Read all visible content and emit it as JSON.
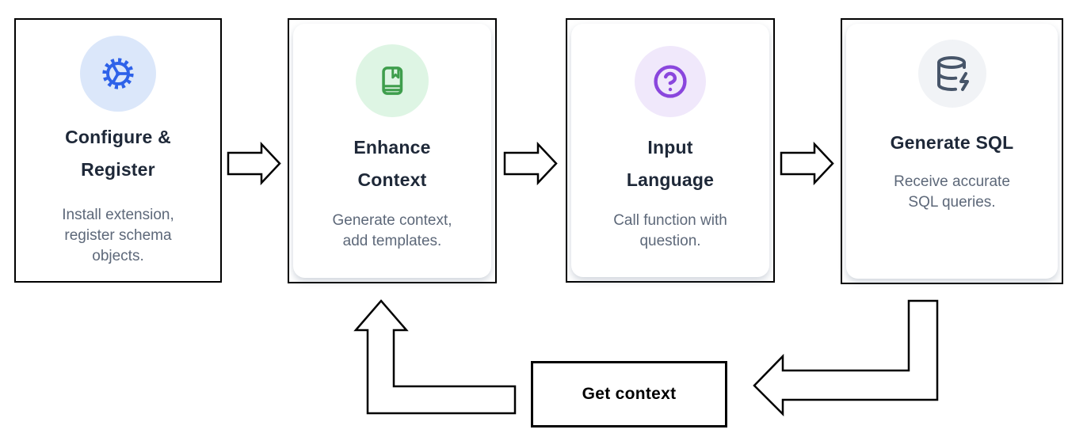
{
  "flow": {
    "steps": [
      {
        "title_lines": [
          "Configure &",
          "Register"
        ],
        "description_lines": [
          "Install extension,",
          "register schema",
          "objects."
        ],
        "icon": "gear-icon",
        "icon_color": "#2e62e9",
        "icon_bg": "#dbe7fa"
      },
      {
        "title_lines": [
          "Enhance",
          "Context"
        ],
        "description_lines": [
          "Generate context,",
          "add templates."
        ],
        "icon": "book-marked-icon",
        "icon_color": "#3f9e4d",
        "icon_bg": "#def5e4"
      },
      {
        "title_lines": [
          "Input",
          "Language"
        ],
        "description_lines": [
          "Call function with",
          "question."
        ],
        "icon": "circle-question-icon",
        "icon_color": "#8a46dd",
        "icon_bg": "#f0e8fb"
      },
      {
        "title_lines": [
          "Generate SQL"
        ],
        "description_lines": [
          "Receive accurate",
          "SQL queries."
        ],
        "icon": "database-zap-icon",
        "icon_color": "#475569",
        "icon_bg": "#f1f3f6"
      }
    ],
    "connectors": [
      "arrow-right-icon",
      "arrow-right-icon",
      "arrow-right-icon",
      "elbow-arrow-down-left-icon",
      "elbow-arrow-left-up-icon"
    ],
    "loop": {
      "label": "Get context"
    },
    "colors": {
      "background": "#ffffff",
      "card_border": "#000000",
      "arrow_stroke": "#000000",
      "arrow_fill": "#ffffff",
      "title_text": "#1e2838",
      "description_text": "#5d6879",
      "loop_label_text": "#000000"
    }
  }
}
